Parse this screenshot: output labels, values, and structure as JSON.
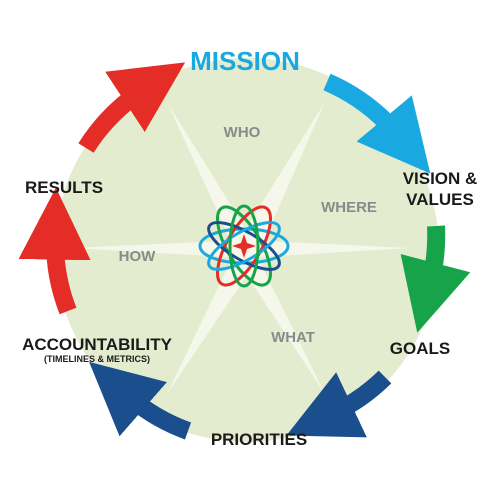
{
  "title": {
    "text": "MISSION",
    "color": "#1aa8e0"
  },
  "stages": {
    "vision_line1": "VISION &",
    "vision_line2": "VALUES",
    "goals": "GOALS",
    "priorities": "PRIORITIES",
    "accountability": "ACCOUNTABILITY",
    "accountability_sub": "(TIMELINES & METRICS)",
    "results": "RESULTS"
  },
  "questions": {
    "who": "WHO",
    "where": "WHERE",
    "what": "WHAT",
    "how": "HOW"
  },
  "colors": {
    "background_circle": "#e3ecce",
    "star_rays": "#f4f7ea",
    "arrow_cyan": "#1aa8e0",
    "arrow_green": "#16a34a",
    "arrow_navy": "#1a4e8c",
    "arrow_red": "#e52d27",
    "center_star": "#e52d27"
  },
  "icons": {
    "center": "atom-star-icon"
  }
}
